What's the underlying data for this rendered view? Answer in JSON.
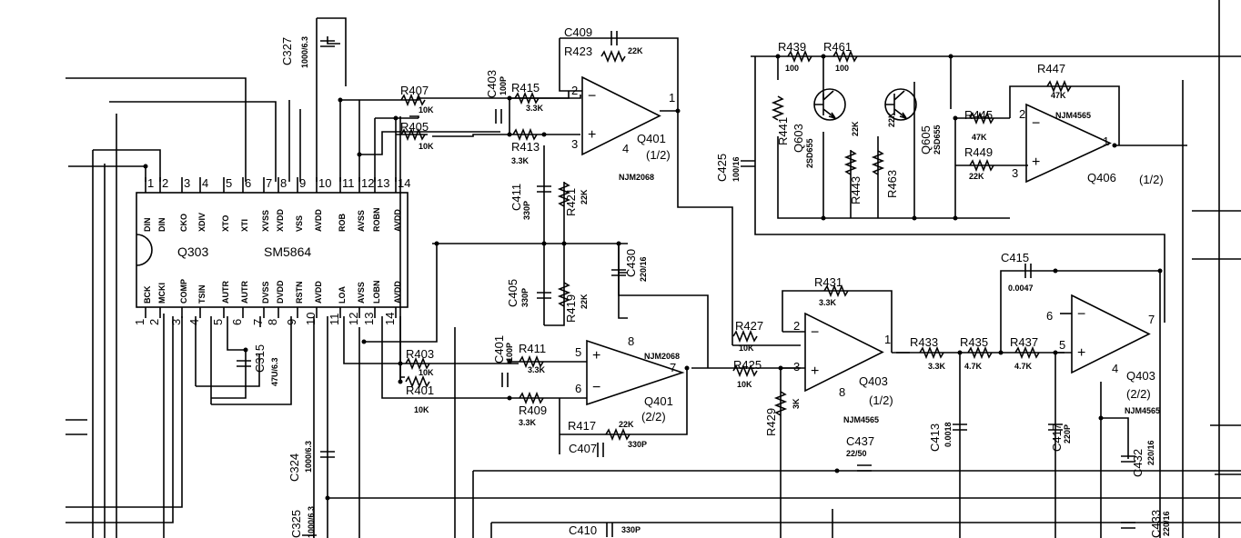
{
  "ic": {
    "ref": "Q303",
    "part": "SM5864",
    "top_pins": [
      {
        "n": "1",
        "name": "DIN"
      },
      {
        "n": "2",
        "name": "DIN"
      },
      {
        "n": "3",
        "name": "CKO"
      },
      {
        "n": "4",
        "name": "XDIV"
      },
      {
        "n": "5",
        "name": "XTO"
      },
      {
        "n": "6",
        "name": "XTI"
      },
      {
        "n": "7",
        "name": "XVSS"
      },
      {
        "n": "8",
        "name": "XVDD"
      },
      {
        "n": "9",
        "name": "VSS"
      },
      {
        "n": "10",
        "name": "AVDD"
      },
      {
        "n": "11",
        "name": "ROB"
      },
      {
        "n": "12",
        "name": "AVSS"
      },
      {
        "n": "13",
        "name": "ROBN"
      },
      {
        "n": "14",
        "name": "AVDD"
      }
    ],
    "bottom_pins": [
      {
        "n": "1",
        "name": "BCK"
      },
      {
        "n": "2",
        "name": "MCKI"
      },
      {
        "n": "3",
        "name": "COMP"
      },
      {
        "n": "4",
        "name": "TSIN"
      },
      {
        "n": "5",
        "name": "AUTR"
      },
      {
        "n": "6",
        "name": "AUTR"
      },
      {
        "n": "7",
        "name": "DVSS"
      },
      {
        "n": "8",
        "name": "DVDD"
      },
      {
        "n": "9",
        "name": "RSTN"
      },
      {
        "n": "10",
        "name": "AVDD"
      },
      {
        "n": "11",
        "name": "LOA"
      },
      {
        "n": "12",
        "name": "AVSS"
      },
      {
        "n": "13",
        "name": "LOBN"
      },
      {
        "n": "14",
        "name": "AVDD"
      }
    ]
  },
  "opamps": [
    {
      "id": "q401a",
      "ref": "Q401",
      "unit": "(1/2)",
      "part": "NJM2068",
      "pins": [
        "2",
        "3",
        "1",
        "4"
      ]
    },
    {
      "id": "q401b",
      "ref": "Q401",
      "unit": "(2/2)",
      "part": "NJM2068",
      "pins": [
        "5",
        "6",
        "7",
        "8"
      ]
    },
    {
      "id": "q403a",
      "ref": "Q403",
      "unit": "(1/2)",
      "part": "NJM4565",
      "pins": [
        "2",
        "3",
        "1",
        "8"
      ]
    },
    {
      "id": "q403b",
      "ref": "Q403",
      "unit": "(2/2)",
      "part": "NJM4565",
      "pins": [
        "6",
        "5",
        "7",
        "4"
      ]
    },
    {
      "id": "q406a",
      "ref": "Q406",
      "unit": "(1/2)",
      "part": "NJM4565",
      "pins": [
        "2",
        "3",
        "1"
      ]
    }
  ],
  "transistors": [
    {
      "ref": "Q603",
      "part": "2SD655"
    },
    {
      "ref": "Q605",
      "part": "2SD655"
    }
  ],
  "resistors": [
    {
      "ref": "R407",
      "value": "10K"
    },
    {
      "ref": "R405",
      "value": "10K"
    },
    {
      "ref": "R415",
      "value": "3.3K"
    },
    {
      "ref": "R413",
      "value": "3.3K"
    },
    {
      "ref": "R421",
      "value": "22K"
    },
    {
      "ref": "R419",
      "value": "22K"
    },
    {
      "ref": "R423",
      "value": "22K"
    },
    {
      "ref": "R403",
      "value": "10K"
    },
    {
      "ref": "R401",
      "value": "10K"
    },
    {
      "ref": "R411",
      "value": "3.3K"
    },
    {
      "ref": "R409",
      "value": "3.3K"
    },
    {
      "ref": "R417",
      "value": "22K"
    },
    {
      "ref": "R427",
      "value": "10K"
    },
    {
      "ref": "R425",
      "value": "10K"
    },
    {
      "ref": "R429",
      "value": "3K"
    },
    {
      "ref": "R431",
      "value": "3.3K"
    },
    {
      "ref": "R433",
      "value": "3.3K"
    },
    {
      "ref": "R435",
      "value": "4.7K"
    },
    {
      "ref": "R437",
      "value": "4.7K"
    },
    {
      "ref": "R439",
      "value": "100"
    },
    {
      "ref": "R461",
      "value": "100"
    },
    {
      "ref": "R441",
      "value": ""
    },
    {
      "ref": "R443",
      "value": "22K"
    },
    {
      "ref": "R463",
      "value": "22K"
    },
    {
      "ref": "R445",
      "value": "47K"
    },
    {
      "ref": "R449",
      "value": "22K"
    },
    {
      "ref": "R447",
      "value": "47K"
    }
  ],
  "capacitors": [
    {
      "ref": "C327",
      "value": "1000/6.3"
    },
    {
      "ref": "C409",
      "value": ""
    },
    {
      "ref": "C403",
      "value": "100P"
    },
    {
      "ref": "C411",
      "value": "330P"
    },
    {
      "ref": "C405",
      "value": "330P"
    },
    {
      "ref": "C430",
      "value": "220/16"
    },
    {
      "ref": "C401",
      "value": "100P"
    },
    {
      "ref": "C407",
      "value": "330P"
    },
    {
      "ref": "C315",
      "value": "47U/6.3"
    },
    {
      "ref": "C324",
      "value": "1000/6.3"
    },
    {
      "ref": "C425",
      "value": "100/16"
    },
    {
      "ref": "C413",
      "value": "0.0018"
    },
    {
      "ref": "C437",
      "value": "22/50"
    },
    {
      "ref": "C417",
      "value": "220P"
    },
    {
      "ref": "C415",
      "value": "0.0047"
    },
    {
      "ref": "C432",
      "value": "220/16"
    },
    {
      "ref": "C410",
      "value": "330P"
    },
    {
      "ref": "C433",
      "value": "220/16"
    },
    {
      "ref": "C325",
      "value": "1000/6.3"
    }
  ]
}
